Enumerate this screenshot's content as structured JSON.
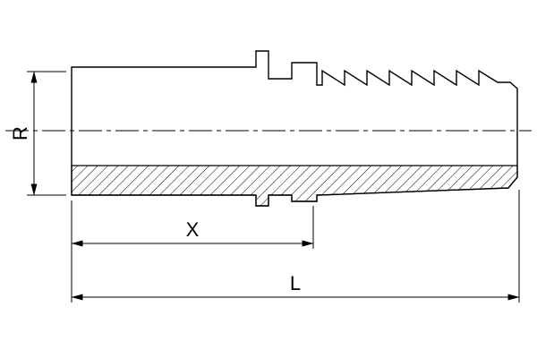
{
  "drawing": {
    "type": "technical-drawing",
    "subject": "Hose barb insert fitting, side view with sectioned lower half",
    "dimension_labels": {
      "radius": "R",
      "insert_length": "X",
      "overall_length": "L"
    },
    "colors": {
      "line": "#000000",
      "background": "#ffffff"
    }
  }
}
